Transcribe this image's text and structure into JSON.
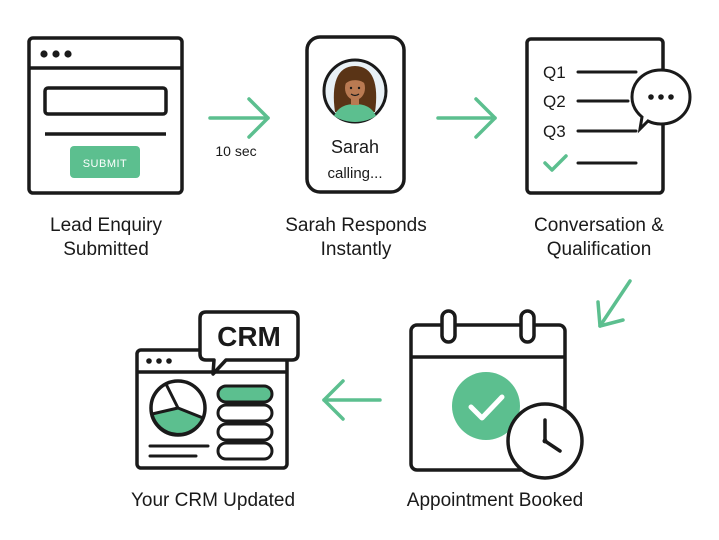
{
  "steps": {
    "lead": {
      "line1": "Lead Enquiry",
      "line2": "Submitted",
      "submit_label": "SUBMIT"
    },
    "responds": {
      "line1": "Sarah Responds",
      "line2": "Instantly",
      "caller_name": "Sarah",
      "caller_status": "calling..."
    },
    "conversation": {
      "line1": "Conversation &",
      "line2": "Qualification",
      "q1": "Q1",
      "q2": "Q2",
      "q3": "Q3"
    },
    "appointment": {
      "line1": "Appointment Booked"
    },
    "crm": {
      "line1": "Your CRM Updated",
      "bubble_text": "CRM"
    }
  },
  "arrows": {
    "first_delay": "10 sec"
  },
  "colors": {
    "accent": "#5cbf8f",
    "stroke": "#1a1a1a",
    "skin": "#b97a52",
    "hair": "#5a3416"
  },
  "icons": [
    "browser-form-icon",
    "phone-call-icon",
    "checklist-chat-icon",
    "calendar-clock-icon",
    "crm-dashboard-icon",
    "arrow-right-icon",
    "arrow-down-left-icon",
    "arrow-left-icon"
  ]
}
